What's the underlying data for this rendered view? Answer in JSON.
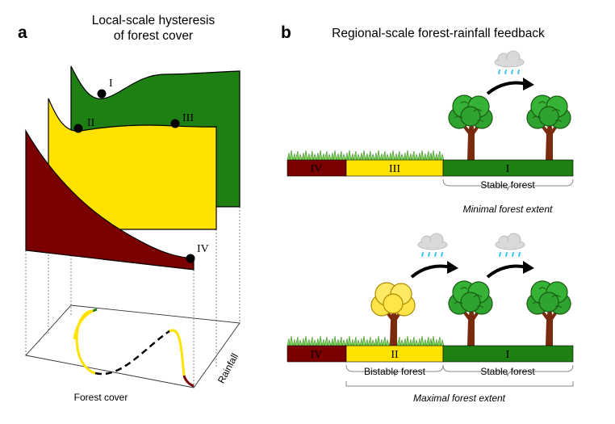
{
  "colors": {
    "forest_green": "#1e7f12",
    "bistable_yellow": "#ffe200",
    "savanna_red": "#7a0000",
    "grass_green": "#7ed957",
    "tree_leaf": "#2fa32f",
    "trunk": "#7a2a0d",
    "cloud": "#d9d9d9",
    "rain": "#3cc7f0"
  },
  "panel_a": {
    "letter": "a",
    "title_line1": "Local-scale hysteresis",
    "title_line2": "of forest cover",
    "state_labels": [
      "I",
      "II",
      "III",
      "IV"
    ],
    "x_axis_label": "Forest cover",
    "depth_axis_label": "Rainfall"
  },
  "panel_b": {
    "letter": "b",
    "title": "Regional-scale forest-rainfall feedback",
    "top_strip": {
      "segments": [
        "IV",
        "III",
        "I"
      ],
      "brace_label": "Stable forest",
      "caption": "Minimal forest extent"
    },
    "bottom_strip": {
      "segments": [
        "IV",
        "II",
        "I"
      ],
      "brace_left_label": "Bistable forest",
      "brace_right_label": "Stable forest",
      "caption": "Maximal forest extent"
    }
  }
}
